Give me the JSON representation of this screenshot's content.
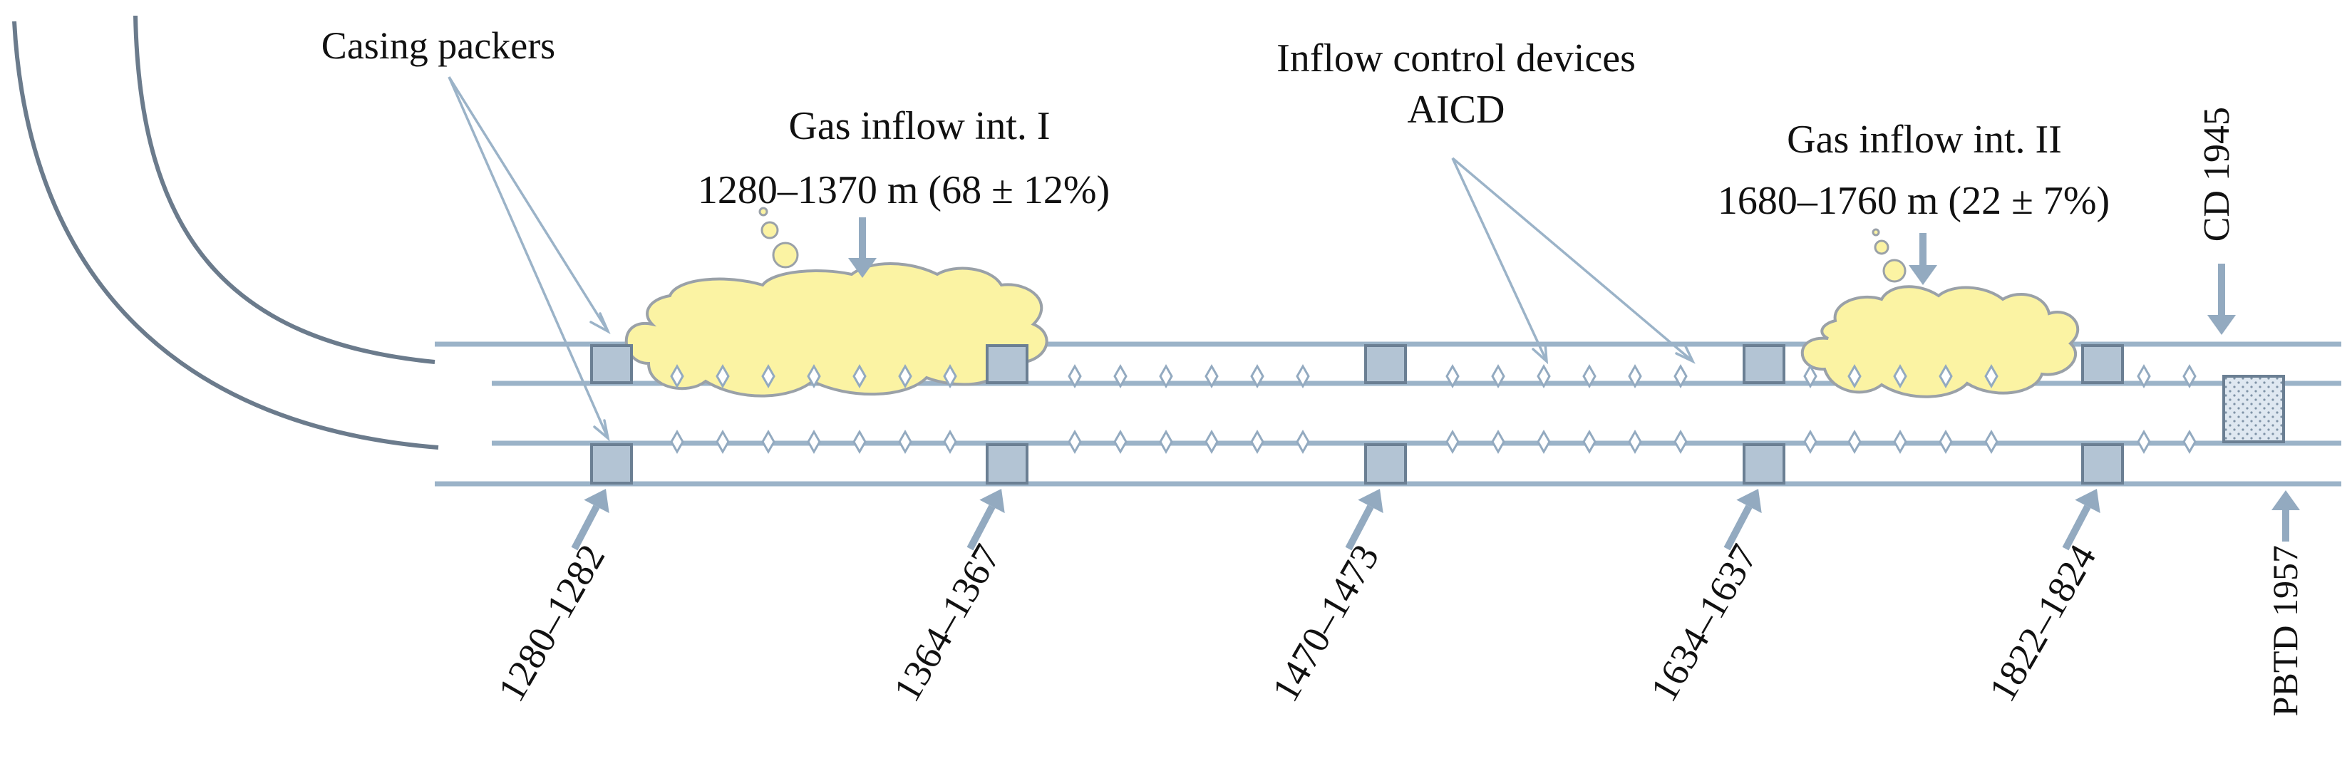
{
  "labels": {
    "casing_packers": "Casing packers",
    "gas_inflow_1_title": "Gas inflow int. I",
    "gas_inflow_1_range": "1280–1370 m (68 ± 12%)",
    "icd_title": "Inflow control devices",
    "icd_subtitle": "AICD",
    "gas_inflow_2_title": "Gas inflow int. II",
    "gas_inflow_2_range": "1680–1760 m (22 ± 7%)",
    "cd": "CD 1945",
    "pbtd": "PBTD 1957"
  },
  "packer_depths": [
    "1280–1282",
    "1364–1367",
    "1470–1473",
    "1634–1637",
    "1822–1824"
  ],
  "colors": {
    "pipe": "#9bb3c8",
    "packer_fill": "#b3c4d4",
    "packer_stroke": "#6b7f93",
    "cloud_fill": "#fbf3a3",
    "cloud_stroke": "#9aa1a8",
    "arrow": "#93aac0",
    "bend": "#6b7b8c"
  }
}
